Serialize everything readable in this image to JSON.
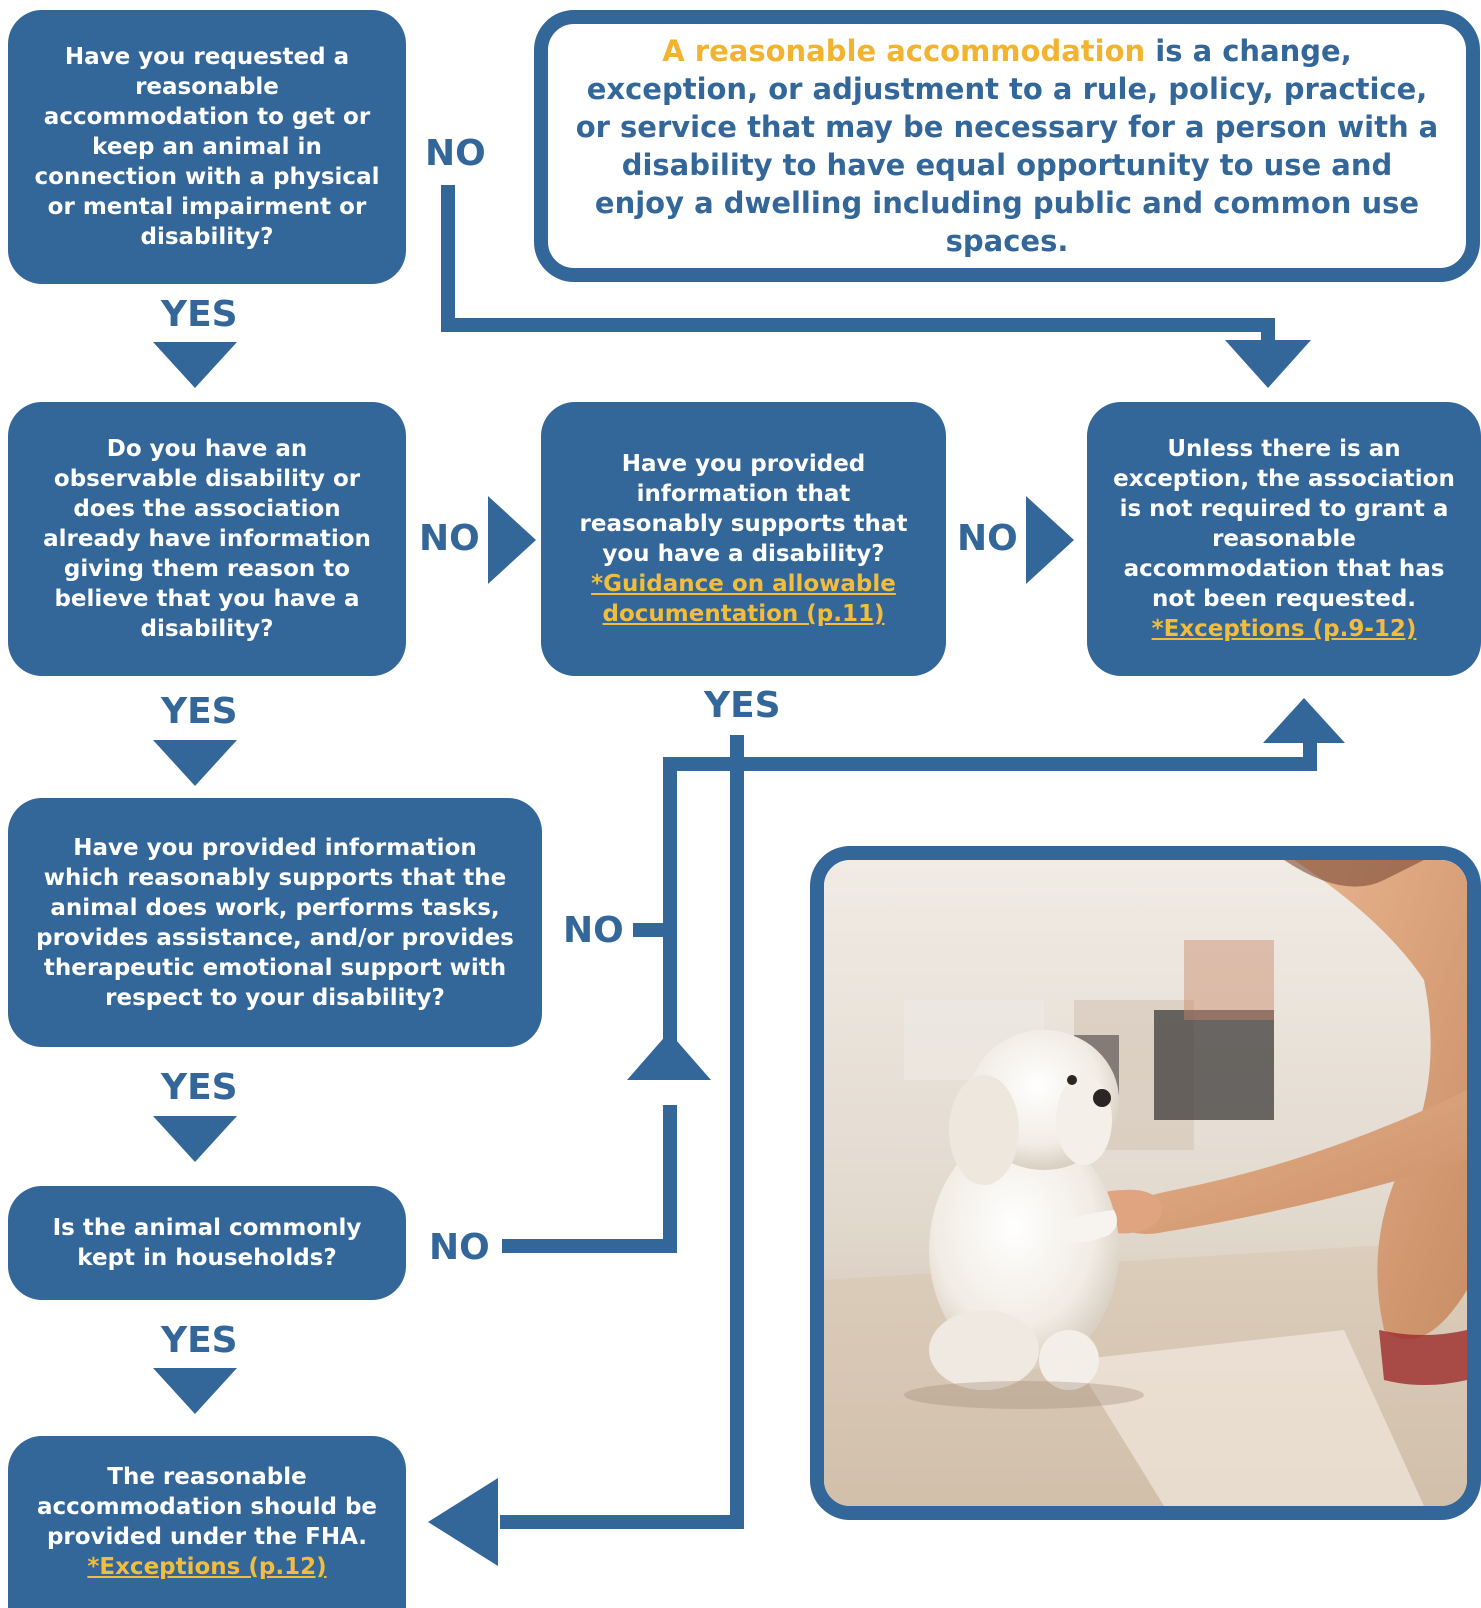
{
  "colors": {
    "primary": "#336699",
    "accent": "#f2bd3c",
    "text_on_box": "#ffffff"
  },
  "definition": {
    "highlight": "A reasonable accommodation",
    "text": "is a change, exception, or adjustment to a rule, policy, practice, or service that may be necessary for a person with a disability to have equal opportunity to use and enjoy a dwelling including public and common use spaces."
  },
  "nodes": {
    "q1": "Have you requested a reasonable accommodation to get or keep an animal in connection with a physical or mental impairment or disability?",
    "q2": "Do you have an observable disability or does the association already have information giving them reason to believe that you have a disability?",
    "q3": "Have you provided information which reasonably supports that the animal does work, performs tasks, provides assistance, and/or provides therapeutic emotional support with respect to your disability?",
    "q4": "Is the animal commonly kept in households?",
    "result_yes": {
      "text": "The reasonable accommodation should be provided under the FHA.",
      "link": "*Exceptions (p.12)"
    },
    "q_info": {
      "text": "Have you provided information that reasonably supports that you have a disability?",
      "link": "*Guidance on allowable documentation (p.11)"
    },
    "result_no": {
      "text": "Unless there is an exception, the association is not required to grant a reasonable accommodation that has not been requested.",
      "link": "*Exceptions (p.9-12)"
    }
  },
  "labels": {
    "yes": "YES",
    "no": "NO"
  },
  "photo": {
    "subject": "white puppy giving paw to a person's hand"
  }
}
